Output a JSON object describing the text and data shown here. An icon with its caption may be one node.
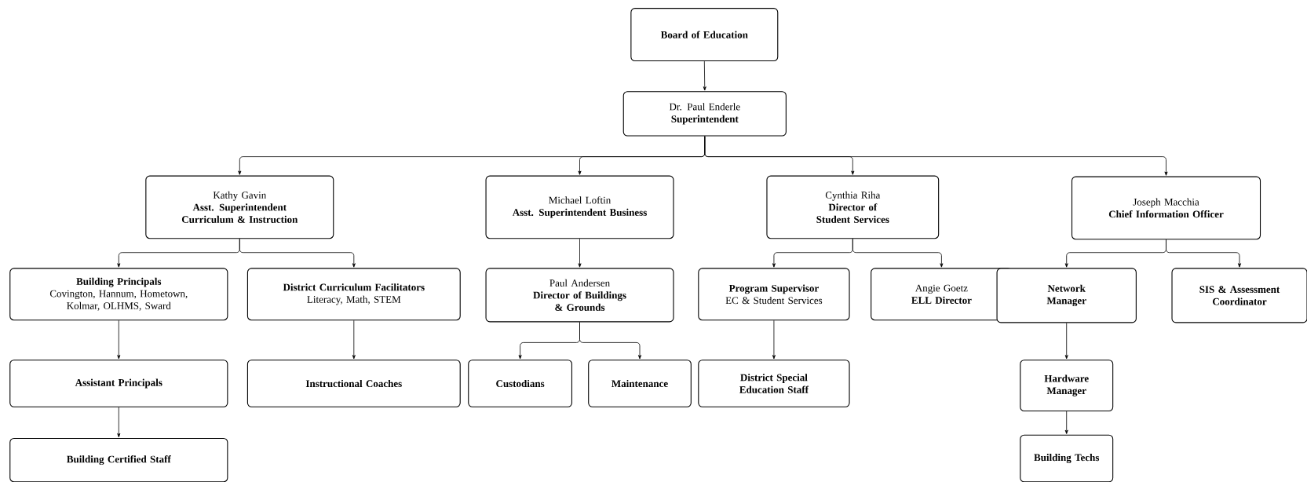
{
  "diagram": {
    "nodes": [
      {
        "text": [
          "Board of Education"
        ]
      },
      {
        "text": [
          "Dr. Paul Enderle",
          "Superintendent"
        ]
      },
      {
        "text": [
          "Kathy Gavin",
          "Asst. Superintendent Curriculum & Instruction"
        ]
      },
      {
        "text": [
          "Michael Loftin",
          "Asst. Superintendent Business"
        ]
      },
      {
        "text": [
          "Cynthia Riha",
          "Director of Student Services"
        ]
      },
      {
        "text": [
          "Joseph Macchia",
          "Chief Information Officer"
        ]
      },
      {
        "text": [
          "Building Principals",
          "Covington, Hannum, Hometown, Kolmar, OLHMS, Sward"
        ]
      },
      {
        "text": [
          "District Curriculum Facilitators",
          "Literacy, Math, STEM"
        ]
      },
      {
        "text": [
          "Paul Andersen",
          "Director of Buildings & Grounds"
        ]
      },
      {
        "text": [
          "Program Supervisor",
          "EC & Student Services"
        ]
      },
      {
        "text": [
          "Angie Goetz",
          "ELL Director"
        ]
      },
      {
        "text": [
          "Network Manager"
        ]
      },
      {
        "text": [
          "SIS & Assessment Coordinator"
        ]
      },
      {
        "text": [
          "Assistant Principals"
        ]
      },
      {
        "text": [
          "Instructional Coaches"
        ]
      },
      {
        "text": [
          "Custodians"
        ]
      },
      {
        "text": [
          "Maintenance"
        ]
      },
      {
        "text": [
          "District Special Education Staff"
        ]
      },
      {
        "text": [
          "Hardware Manager"
        ]
      },
      {
        "text": [
          "Building Techs"
        ]
      },
      {
        "text": [
          "Building Certified Staff"
        ]
      }
    ],
    "edges": [
      {
        "from": 0,
        "to": 1,
        "arrow": "to"
      },
      {
        "from": 1,
        "to": 2,
        "arrow": "to"
      },
      {
        "from": 1,
        "to": 3,
        "arrow": "to"
      },
      {
        "from": 1,
        "to": 4,
        "arrow": "to"
      },
      {
        "from": 1,
        "to": 5,
        "arrow": "to"
      },
      {
        "from": 2,
        "to": 6,
        "arrow": "to"
      },
      {
        "from": 2,
        "to": 7,
        "arrow": "to"
      },
      {
        "from": 3,
        "to": 8,
        "arrow": "to"
      },
      {
        "from": 4,
        "to": 9,
        "arrow": "to"
      },
      {
        "from": 4,
        "to": 10,
        "arrow": "to"
      },
      {
        "from": 5,
        "to": 11,
        "arrow": "to"
      },
      {
        "from": 5,
        "to": 12,
        "arrow": "to"
      },
      {
        "from": 6,
        "to": 13,
        "arrow": "to"
      },
      {
        "from": 7,
        "to": 14,
        "arrow": "to"
      },
      {
        "from": 8,
        "to": 15,
        "arrow": "to"
      },
      {
        "from": 8,
        "to": 16,
        "arrow": "to"
      },
      {
        "from": 9,
        "to": 17,
        "arrow": "to"
      },
      {
        "from": 11,
        "to": 18,
        "arrow": "to"
      },
      {
        "from": 18,
        "to": 19,
        "arrow": "to"
      },
      {
        "from": 13,
        "to": 20,
        "arrow": "to"
      }
    ]
  }
}
